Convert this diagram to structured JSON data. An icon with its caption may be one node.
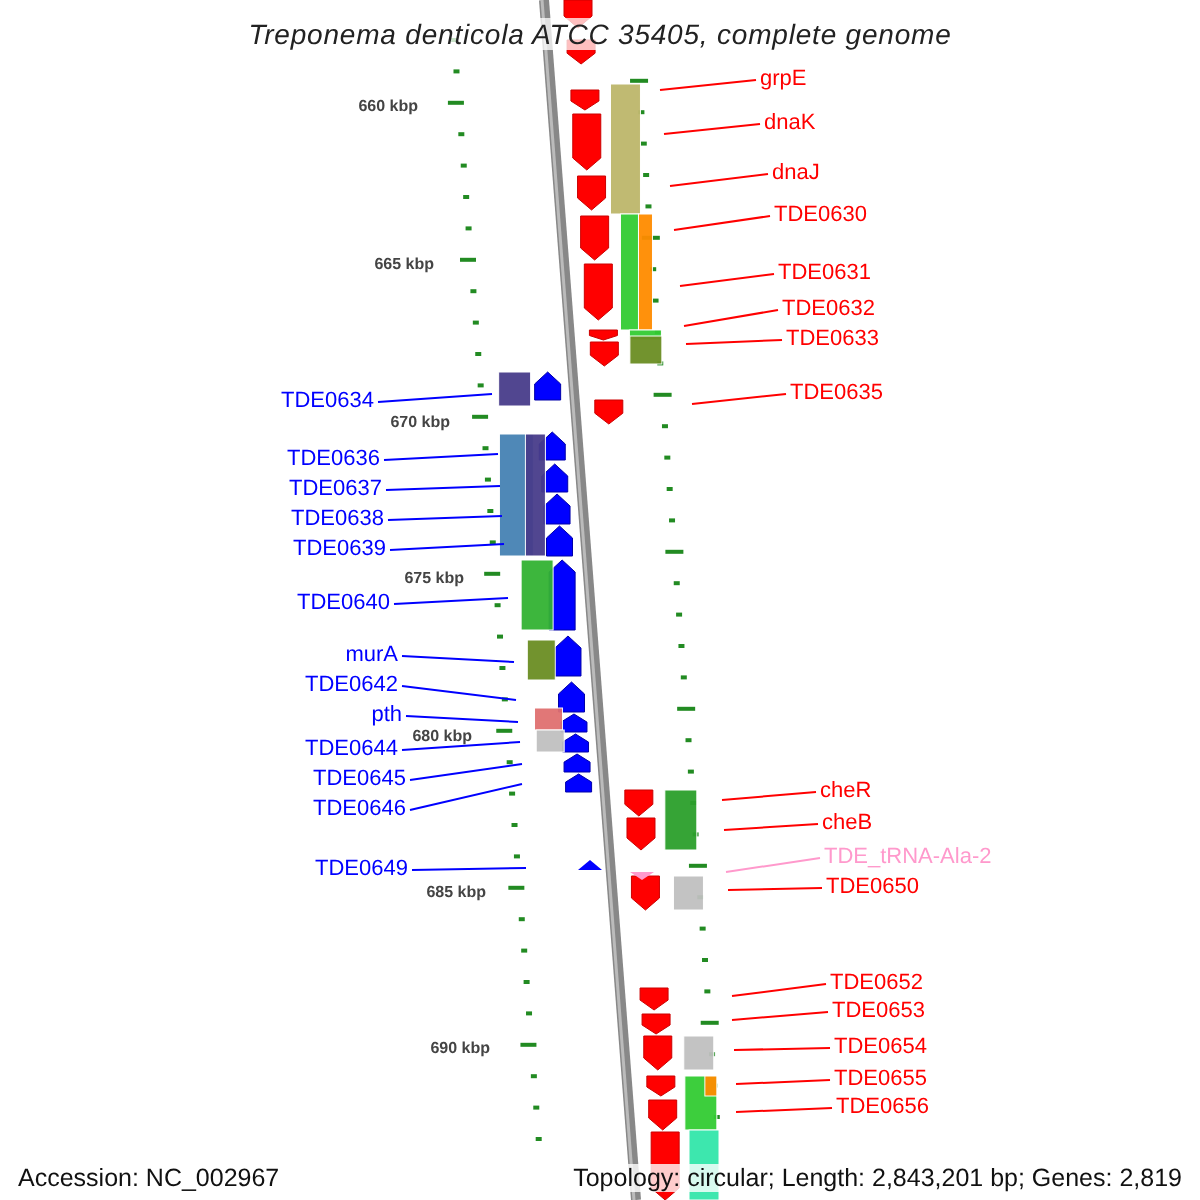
{
  "diagram": {
    "title": "Treponema denticola ATCC 35405, complete genome",
    "nodes": [
      {
        "text": [
          "grpE"
        ]
      },
      {
        "text": [
          "dnaK"
        ]
      },
      {
        "text": [
          "dnaJ"
        ]
      },
      {
        "text": [
          "TDE0630"
        ]
      },
      {
        "text": [
          "TDE0631"
        ]
      },
      {
        "text": [
          "TDE0632"
        ]
      },
      {
        "text": [
          "TDE0633"
        ]
      },
      {
        "text": [
          "TDE0634"
        ]
      },
      {
        "text": [
          "TDE0635"
        ]
      },
      {
        "text": [
          "TDE0636"
        ]
      },
      {
        "text": [
          "TDE0637"
        ]
      },
      {
        "text": [
          "TDE0638"
        ]
      },
      {
        "text": [
          "TDE0639"
        ]
      },
      {
        "text": [
          "TDE0640"
        ]
      },
      {
        "text": [
          "murA"
        ]
      },
      {
        "text": [
          "TDE0642"
        ]
      },
      {
        "text": [
          "pth"
        ]
      },
      {
        "text": [
          "TDE0644"
        ]
      },
      {
        "text": [
          "TDE0645"
        ]
      },
      {
        "text": [
          "TDE0646"
        ]
      },
      {
        "text": [
          "cheR"
        ]
      },
      {
        "text": [
          "cheB"
        ]
      },
      {
        "text": [
          "TDE_tRNA-Ala-2"
        ]
      },
      {
        "text": [
          "TDE0649"
        ]
      },
      {
        "text": [
          "TDE0650"
        ]
      },
      {
        "text": [
          "TDE0652"
        ]
      },
      {
        "text": [
          "TDE0653"
        ]
      },
      {
        "text": [
          "TDE0654"
        ]
      },
      {
        "text": [
          "TDE0655"
        ]
      },
      {
        "text": [
          "TDE0656"
        ]
      }
    ],
    "edges": [
      {
        "from": 0,
        "to": null,
        "arrow": "none"
      },
      {
        "from": 1,
        "to": null,
        "arrow": "none"
      },
      {
        "from": 2,
        "to": null,
        "arrow": "none"
      },
      {
        "from": 3,
        "to": null,
        "arrow": "none"
      },
      {
        "from": 4,
        "to": null,
        "arrow": "none"
      },
      {
        "from": 5,
        "to": null,
        "arrow": "none"
      },
      {
        "from": 6,
        "to": null,
        "arrow": "none"
      },
      {
        "from": 7,
        "to": null,
        "arrow": "none",
        "color": "#0000ff"
      },
      {
        "from": 8,
        "to": null,
        "arrow": "none"
      },
      {
        "from": 9,
        "to": null,
        "arrow": "none",
        "color": "#0000ff"
      },
      {
        "from": 10,
        "to": null,
        "arrow": "none",
        "color": "#0000ff"
      },
      {
        "from": 11,
        "to": null,
        "arrow": "none",
        "color": "#0000ff"
      },
      {
        "from": 12,
        "to": null,
        "arrow": "none",
        "color": "#0000ff"
      },
      {
        "from": 13,
        "to": null,
        "arrow": "none",
        "color": "#0000ff"
      },
      {
        "from": 14,
        "to": null,
        "arrow": "none",
        "color": "#0000ff"
      },
      {
        "from": 15,
        "to": null,
        "arrow": "none",
        "color": "#0000ff"
      },
      {
        "from": 16,
        "to": null,
        "arrow": "none",
        "color": "#0000ff"
      },
      {
        "from": 17,
        "to": null,
        "arrow": "none",
        "color": "#0000ff"
      },
      {
        "from": 18,
        "to": null,
        "arrow": "none",
        "color": "#0000ff"
      },
      {
        "from": 19,
        "to": null,
        "arrow": "none",
        "color": "#0000ff"
      },
      {
        "from": 20,
        "to": null,
        "arrow": "none"
      },
      {
        "from": 21,
        "to": null,
        "arrow": "none"
      },
      {
        "from": 22,
        "to": null,
        "arrow": "none",
        "color": "#ff99cc"
      },
      {
        "from": 23,
        "to": null,
        "arrow": "none",
        "color": "#0000ff"
      },
      {
        "from": 24,
        "to": null,
        "arrow": "none"
      },
      {
        "from": 25,
        "to": null,
        "arrow": "none"
      },
      {
        "from": 26,
        "to": null,
        "arrow": "none"
      },
      {
        "from": 27,
        "to": null,
        "arrow": "none"
      },
      {
        "from": 28,
        "to": null,
        "arrow": "none"
      },
      {
        "from": 29,
        "to": null,
        "arrow": "none"
      }
    ],
    "labels": [
      "660 kbp",
      "665 kbp",
      "670 kbp",
      "675 kbp",
      "680 kbp",
      "685 kbp",
      "690 kbp",
      "Accession: NC_002967",
      "Topology: circular; Length: 2,843,201 bp; Genes: 2,819"
    ]
  }
}
